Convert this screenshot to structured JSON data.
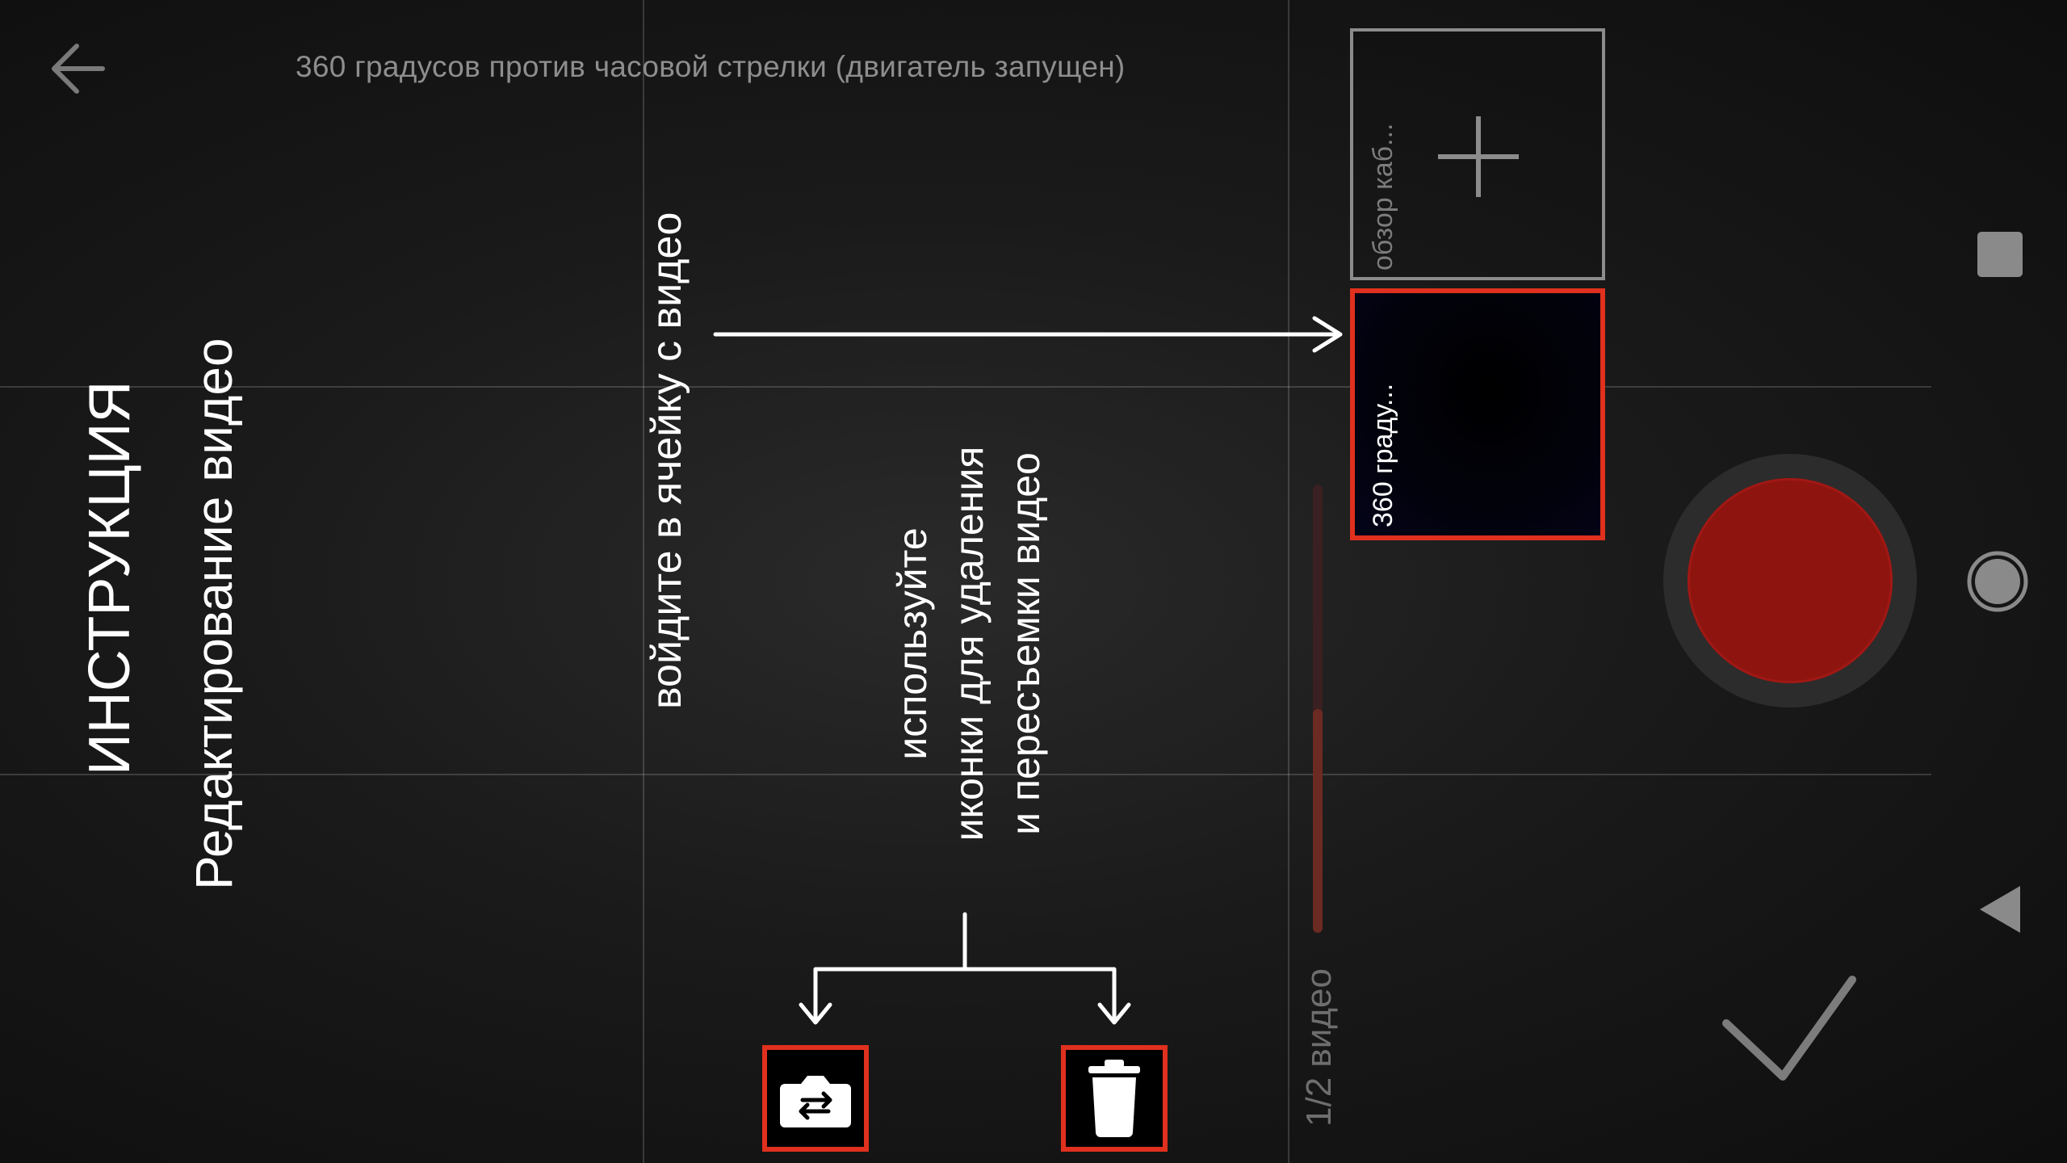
{
  "header": {
    "title": "360 градусов против часовой стрелки (двигатель запущен)"
  },
  "instruction": {
    "heading": "ИНСТРУКЦИЯ",
    "subheading": "Редактирование видео",
    "enter_cell": "войдите в ячейку с видео",
    "icons_hint_line1": "используйте",
    "icons_hint_line2": "иконки для удаления",
    "icons_hint_line3": "и пересъемки видео"
  },
  "clips": {
    "add_clip_label": "обзор каб...",
    "clip1_label": "360 граду...",
    "count_label": "1/2 видео",
    "progress_fraction": 0.5
  },
  "icons": {
    "back": "arrow-left-icon",
    "add": "plus-icon",
    "retake": "camera-switch-icon",
    "delete": "trash-icon",
    "record": "record-button",
    "confirm": "checkmark-icon",
    "nav_square": "square-icon",
    "nav_circle": "circle-icon",
    "nav_back": "triangle-back-icon"
  },
  "colors": {
    "accent_red": "#e0301e",
    "record_red": "#8e1410"
  }
}
